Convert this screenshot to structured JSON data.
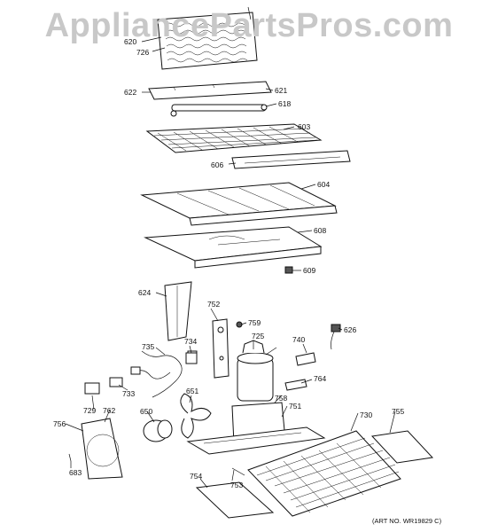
{
  "watermark": "AppliancePartsPros.com",
  "art_no": "(ART NO. WR19829 C)",
  "parts": [
    {
      "id": "p620",
      "num": "620"
    },
    {
      "id": "p726",
      "num": "726"
    },
    {
      "id": "p622",
      "num": "622"
    },
    {
      "id": "p621",
      "num": "621"
    },
    {
      "id": "p618",
      "num": "618"
    },
    {
      "id": "p603",
      "num": "603"
    },
    {
      "id": "p606",
      "num": "606"
    },
    {
      "id": "p604",
      "num": "604"
    },
    {
      "id": "p608",
      "num": "608"
    },
    {
      "id": "p609",
      "num": "609"
    },
    {
      "id": "p624",
      "num": "624"
    },
    {
      "id": "p752",
      "num": "752"
    },
    {
      "id": "p759",
      "num": "759"
    },
    {
      "id": "p725",
      "num": "725"
    },
    {
      "id": "p740",
      "num": "740"
    },
    {
      "id": "p626",
      "num": "626"
    },
    {
      "id": "p735",
      "num": "735"
    },
    {
      "id": "p734",
      "num": "734"
    },
    {
      "id": "p764",
      "num": "764"
    },
    {
      "id": "p733",
      "num": "733"
    },
    {
      "id": "p651",
      "num": "651"
    },
    {
      "id": "p758",
      "num": "758"
    },
    {
      "id": "p751",
      "num": "751"
    },
    {
      "id": "p729",
      "num": "729"
    },
    {
      "id": "p762",
      "num": "762"
    },
    {
      "id": "p650",
      "num": "650"
    },
    {
      "id": "p730",
      "num": "730"
    },
    {
      "id": "p755",
      "num": "755"
    },
    {
      "id": "p756",
      "num": "756"
    },
    {
      "id": "p683",
      "num": "683"
    },
    {
      "id": "p754",
      "num": "754"
    },
    {
      "id": "p753",
      "num": "753"
    }
  ]
}
